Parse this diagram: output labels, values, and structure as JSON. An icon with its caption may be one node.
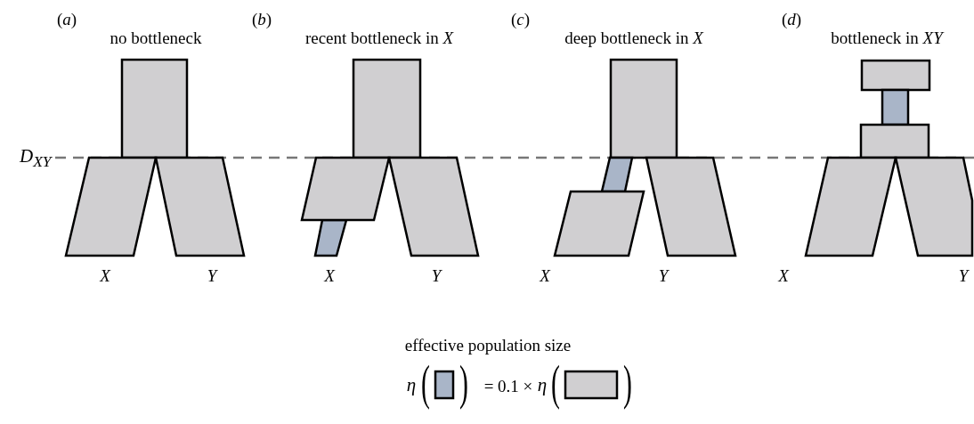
{
  "diagram": {
    "labels": [
      "(*a*)",
      "no bottleneck",
      "(*b*)",
      "recent bottleneck in *X*",
      "(*c*)",
      "deep bottleneck in *X*",
      "(*d*)",
      "bottleneck in *XY*",
      "D$_{XY}$",
      "X",
      "Y",
      "X",
      "Y",
      "X",
      "Y",
      "X",
      "Y",
      "effective population size",
      "η",
      "(",
      ")",
      "= 0.1 ×",
      "η",
      "(",
      ")"
    ]
  }
}
